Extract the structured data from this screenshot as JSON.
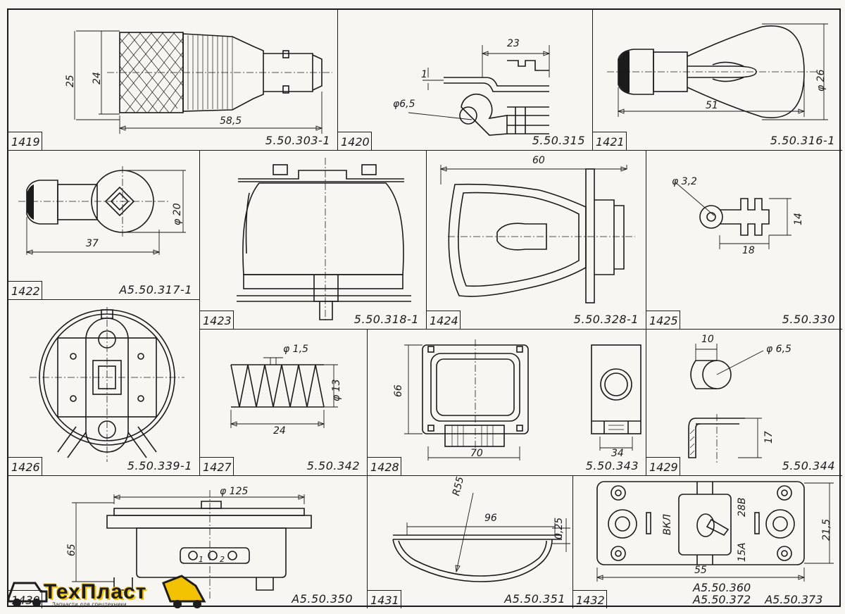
{
  "cells": [
    {
      "id": "1419",
      "code": "5.50.303-1",
      "dims": [
        "25",
        "24",
        "58,5"
      ]
    },
    {
      "id": "1420",
      "code": "5.50.315",
      "dims": [
        "23",
        "φ6,5",
        "1"
      ]
    },
    {
      "id": "1421",
      "code": "5.50.316-1",
      "dims": [
        "51",
        "φ 26"
      ]
    },
    {
      "id": "1422",
      "code": "A5.50.317-1",
      "dims": [
        "φ 20",
        "37"
      ]
    },
    {
      "id": "1423",
      "code": "5.50.318-1",
      "dims": []
    },
    {
      "id": "1424",
      "code": "5.50.328-1",
      "dims": [
        "60"
      ]
    },
    {
      "id": "1425",
      "code": "5.50.330",
      "dims": [
        "φ 3,2",
        "14",
        "18"
      ]
    },
    {
      "id": "1426",
      "code": "5.50.339-1",
      "dims": []
    },
    {
      "id": "1427",
      "code": "5.50.342",
      "dims": [
        "φ 1,5",
        "φ 13",
        "24"
      ]
    },
    {
      "id": "1428",
      "code": "5.50.343",
      "dims": [
        "66",
        "70",
        "34"
      ]
    },
    {
      "id": "1429",
      "code": "5.50.344",
      "dims": [
        "10",
        "φ 6,5",
        "17"
      ]
    },
    {
      "id": "1430",
      "code": "A5.50.350",
      "dims": [
        "φ 125",
        "65",
        "1",
        "2"
      ]
    },
    {
      "id": "1431",
      "code": "A5.50.351",
      "dims": [
        "R55",
        "96",
        "0,25"
      ]
    },
    {
      "id": "1432",
      "codes": [
        "A5.50.360",
        "A5.50.372",
        "A5.50.373"
      ],
      "dims": [
        "ВКЛ",
        "28В",
        "15А",
        "21,5",
        "55"
      ]
    }
  ],
  "logo": {
    "name": "ТехПласт",
    "tagline": "Запчасти для спецтехники",
    "accent": "#f2c200"
  }
}
